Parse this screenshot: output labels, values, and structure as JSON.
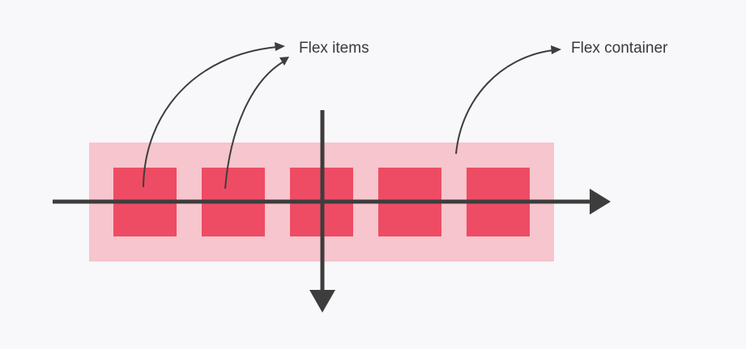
{
  "labels": {
    "flex_items": "Flex items",
    "flex_container": "Flex container"
  },
  "item_count": 5,
  "colors": {
    "background": "#f8f7f9",
    "container": "#f6c5cd",
    "item": "#ee4c64",
    "axis": "#3d3d3d",
    "text": "#3a3a3a"
  }
}
